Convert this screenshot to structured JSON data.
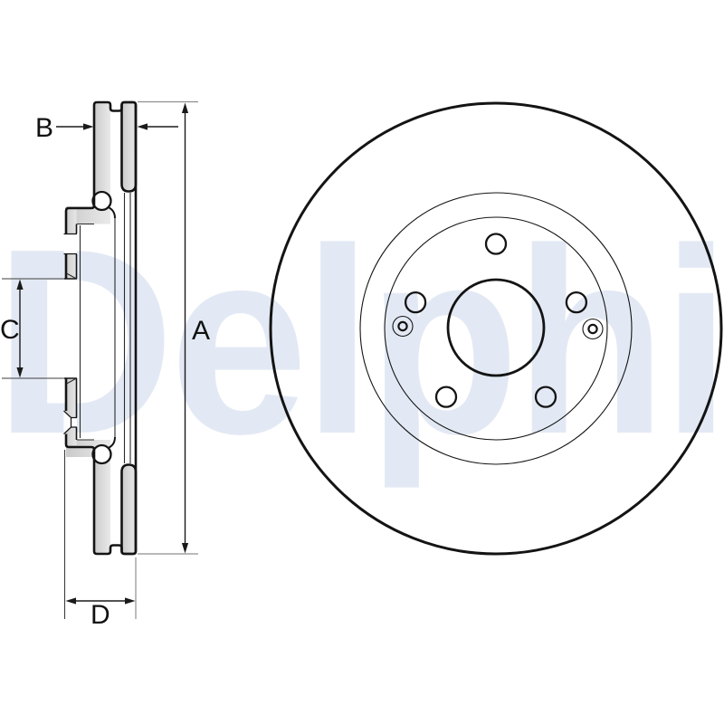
{
  "watermark": {
    "text": "Delphi"
  },
  "labels": {
    "a": "A",
    "b": "B",
    "c": "C",
    "d": "D"
  },
  "views": {
    "section": "cross-section-view",
    "front": "front-view"
  },
  "colors": {
    "line": "#141414",
    "label": "#111111",
    "watermark-blue": "#e3e9f4",
    "ext-dark": "#3d3d3d",
    "ext-gray": "#8f8f8f",
    "background": "#ffffff"
  }
}
